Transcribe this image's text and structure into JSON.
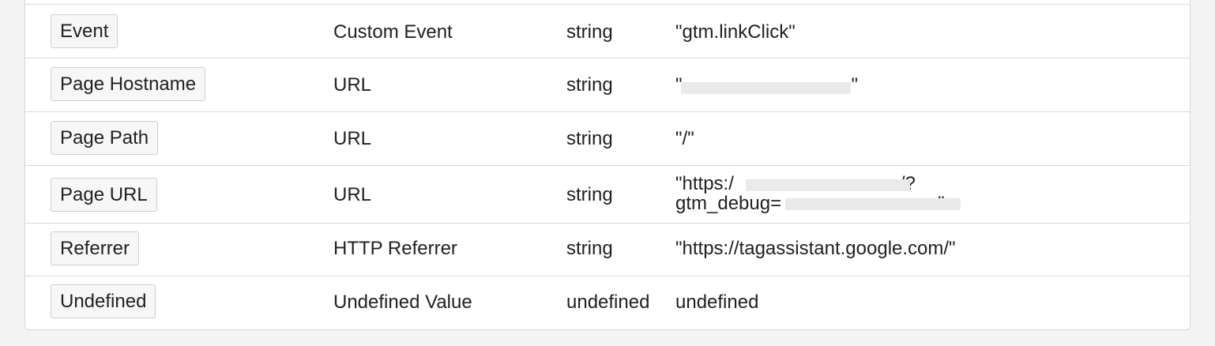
{
  "rows": [
    {
      "name": "Event",
      "type": "Custom Event",
      "return_type": "string",
      "value": "\"gtm.linkClick\""
    },
    {
      "name": "Page Hostname",
      "type": "URL",
      "return_type": "string",
      "value_prefix": "\"",
      "value_suffix": "\""
    },
    {
      "name": "Page Path",
      "type": "URL",
      "return_type": "string",
      "value": "\"/\""
    },
    {
      "name": "Page URL",
      "type": "URL",
      "return_type": "string",
      "value_line1_prefix": "\"https:/",
      "value_line1_suffix": "/?",
      "value_line2_prefix": "gtm_debug=",
      "value_line2_suffix": "\""
    },
    {
      "name": "Referrer",
      "type": "HTTP Referrer",
      "return_type": "string",
      "value": "\"https://tagassistant.google.com/\""
    },
    {
      "name": "Undefined",
      "type": "Undefined Value",
      "return_type": "undefined",
      "value": "undefined"
    }
  ]
}
